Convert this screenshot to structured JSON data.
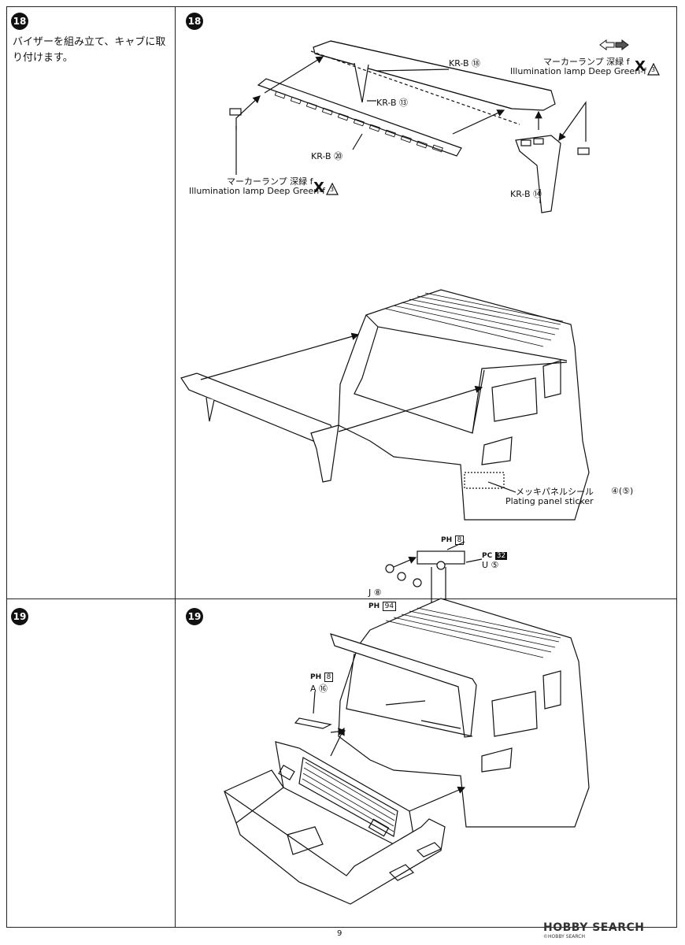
{
  "steps": [
    {
      "number": "18",
      "instruction": "バイザーを組み立て、キャブに取り付けます。"
    },
    {
      "number": "19",
      "instruction": ""
    }
  ],
  "step18_parts": {
    "kr_b_18": "KR-B ⑱",
    "kr_b_13": "KR-B ⑬",
    "kr_b_20": "KR-B ⑳",
    "kr_b_14": "KR-B ⑭",
    "marker_lamp_jp": "マーカーランプ 深緑 f",
    "marker_lamp_en": "Illumination lamp Deep Green-f",
    "qty_x": "X",
    "qty_3": "3",
    "plating_jp": "メッキパネルシール",
    "plating_en": "Plating panel sticker",
    "plating_num": "④(⑤)"
  },
  "step19_parts": {
    "ph_8": "8",
    "pc_32": "32",
    "u_5": "U ⑤",
    "j_8": "J ⑧",
    "ph_94": "94",
    "ph_8b": "8",
    "a_16": "A ⑯",
    "ph_prefix": "PH",
    "pc_prefix": "PC"
  },
  "footer": {
    "page_number": "9",
    "watermark": "HOBBY SEARCH",
    "watermark_sub": "©HOBBY SEARCH"
  }
}
